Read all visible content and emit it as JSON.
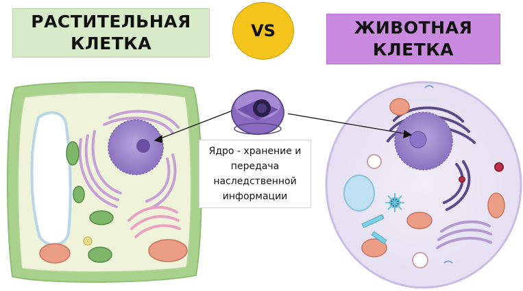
{
  "plant_title": "РАСТИТЕЛЬНАЯ\nКЛЕТКА",
  "animal_title": "ЖИВОТНАЯ\nКЛЕТКА",
  "vs_label": "VS",
  "nucleus_caption": "Ядро - хранение и\nпередача\nнаследственной\nинформации",
  "colors": {
    "plant_title_bg": "#d8ebc8",
    "animal_title_bg": "#c98ae0",
    "vs_bg": "#f4c41a",
    "plant_wall": "#9ccc82",
    "plant_cytoplasm": "#eef3d9",
    "animal_membrane": "#c9bde6",
    "nucleus": "#9b86c9"
  }
}
